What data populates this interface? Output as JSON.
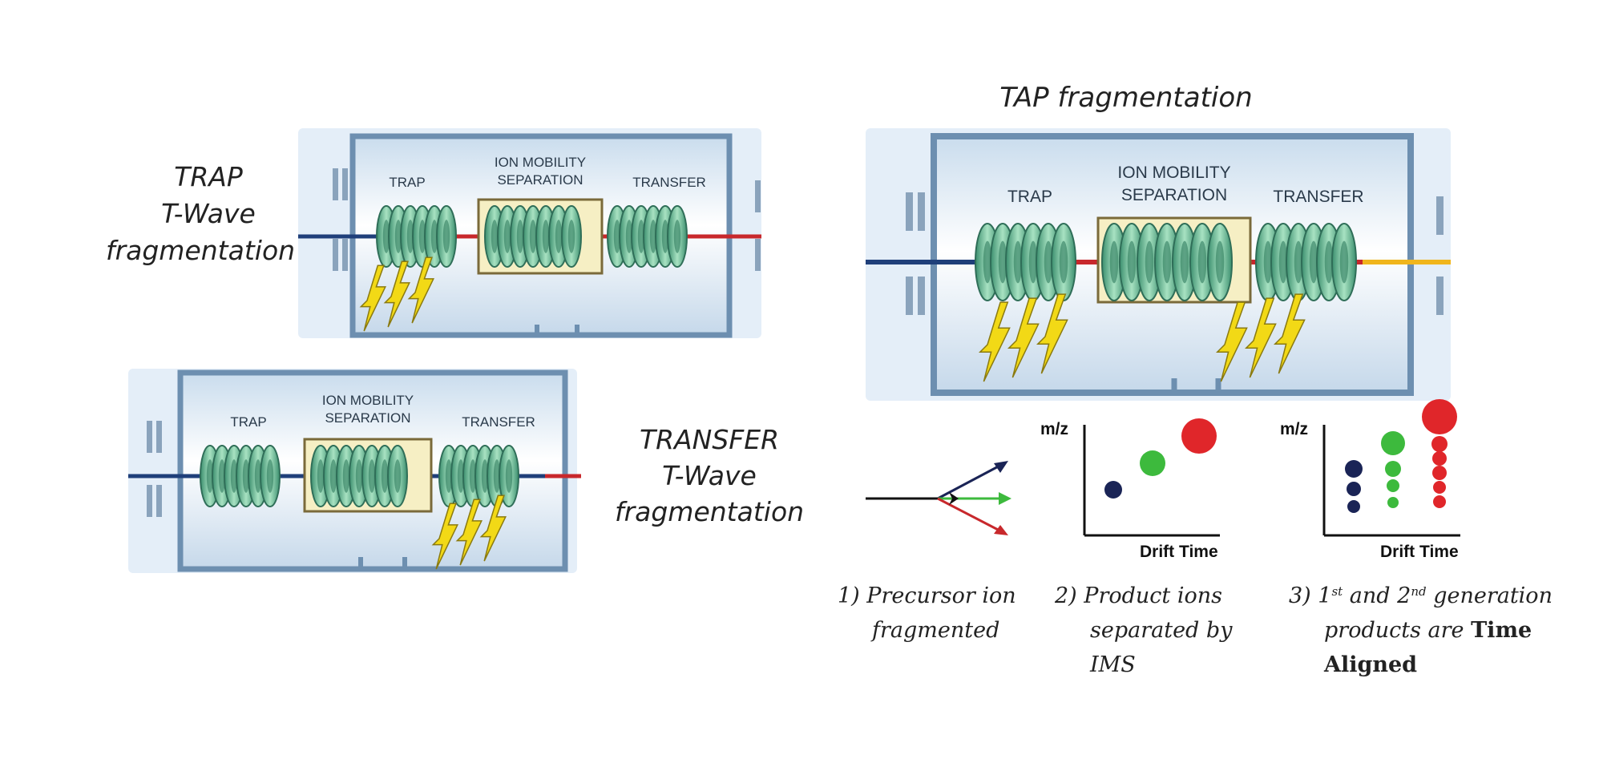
{
  "panels": [
    {
      "id": "trap",
      "title_lines": [
        "TRAP",
        "T-Wave",
        "fragmentation"
      ],
      "sections": [
        "TRAP",
        "ION MOBILITY|SEPARATION",
        "TRANSFER"
      ],
      "fragment_region": "trap"
    },
    {
      "id": "transfer",
      "title_lines": [
        "TRANSFER",
        "T-Wave",
        "fragmentation"
      ],
      "sections": [
        "TRAP",
        "ION MOBILITY|SEPARATION",
        "TRANSFER"
      ],
      "fragment_region": "transfer"
    },
    {
      "id": "tap",
      "title_lines": [
        "TAP fragmentation"
      ],
      "sections": [
        "TRAP",
        "ION MOBILITY|SEPARATION",
        "TRANSFER"
      ],
      "fragment_region": "both"
    }
  ],
  "plots": [
    {
      "ylabel": "m/z",
      "xlabel": "Drift Time"
    },
    {
      "ylabel": "m/z",
      "xlabel": "Drift Time"
    }
  ],
  "captions": {
    "step1": [
      "1)  Precursor ion",
      "fragmented"
    ],
    "step2": [
      "2) Product ions",
      "separated by",
      "IMS"
    ],
    "step3": {
      "line1_parts": [
        "3) 1",
        "st",
        " and 2",
        "nd",
        " generation"
      ],
      "line2_prefix": "products are ",
      "line2_bold": "Time",
      "line3_bold": "Aligned"
    }
  },
  "colors": {
    "ion_dark": "#1a2456",
    "ion_green": "#3dba3d",
    "ion_red": "#e0262a",
    "ring": "#5fae8c",
    "ims_box": "#f6efc4",
    "bolt": "#f2d916"
  }
}
